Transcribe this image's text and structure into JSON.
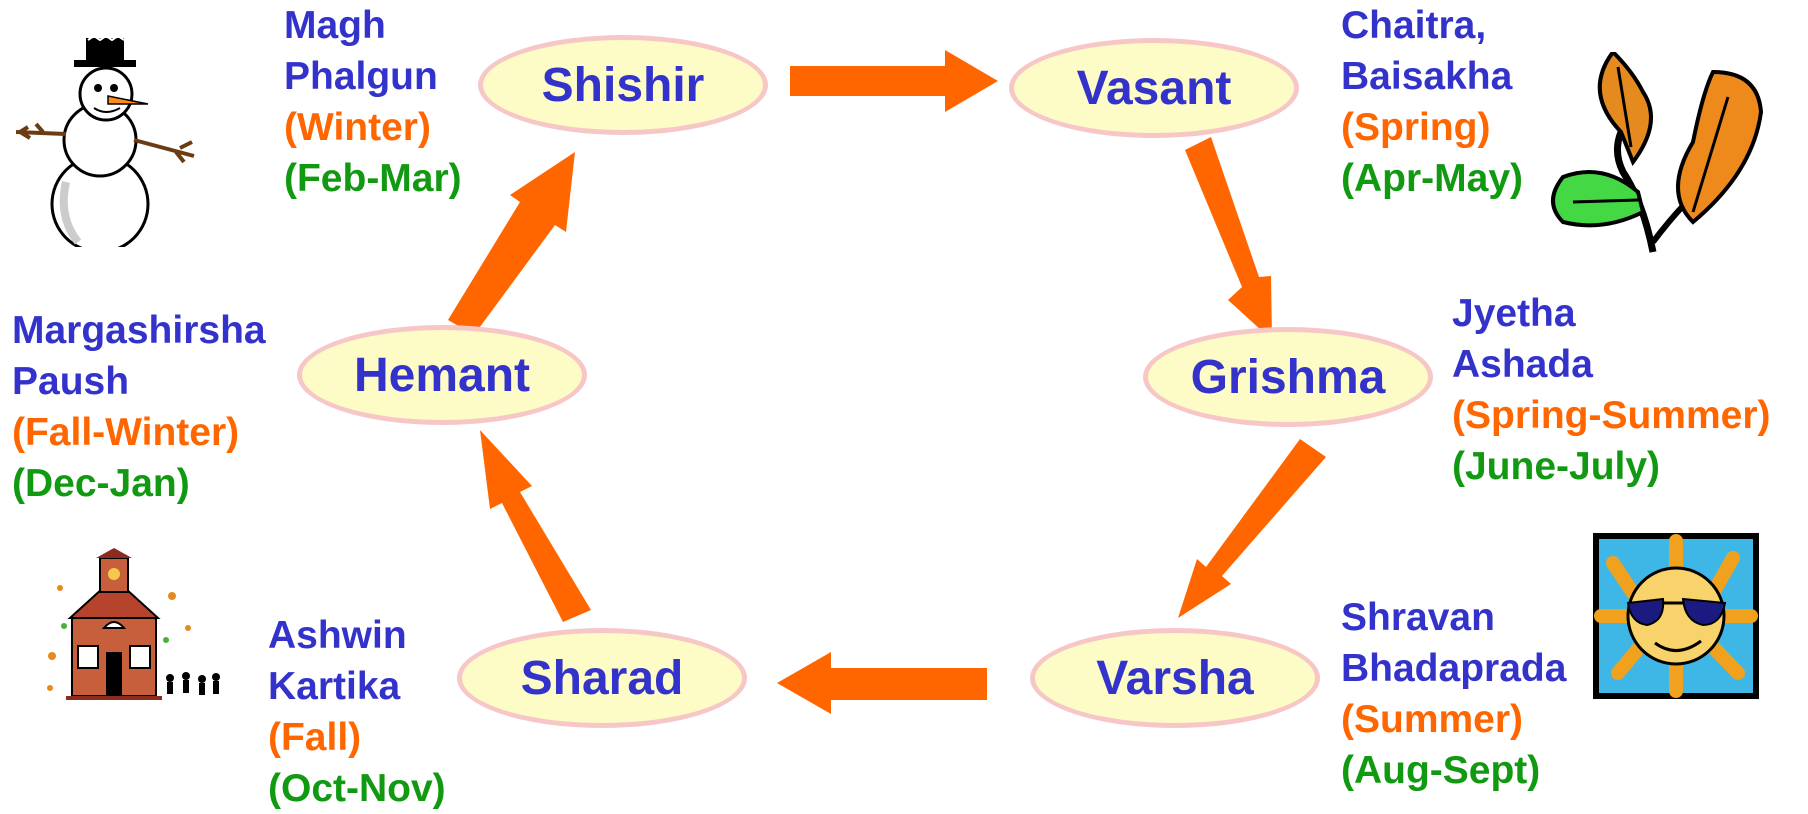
{
  "colors": {
    "arrow": "#ff6600",
    "season_text": "#3333cc",
    "month_text": "#3333cc",
    "western_text": "#ff6600",
    "dates_text": "#119911",
    "ellipse_fill": "#fdfbc6",
    "ellipse_border": "#f7c7c7"
  },
  "seasons": [
    {
      "name": "Shishir",
      "months": [
        "Magh",
        "Phalgun"
      ],
      "western": "(Winter)",
      "dates": "(Feb-Mar)",
      "clipart": "snowman-icon"
    },
    {
      "name": "Vasant",
      "months": [
        "Chaitra,",
        "Baisakha"
      ],
      "western": "(Spring)",
      "dates": "(Apr-May)",
      "clipart": "leaves-icon"
    },
    {
      "name": "Grishma",
      "months": [
        "Jyetha",
        "Ashada"
      ],
      "western": "(Spring-Summer)",
      "dates": "(June-July)",
      "clipart": ""
    },
    {
      "name": "Varsha",
      "months": [
        "Shravan",
        "Bhadaprada"
      ],
      "western": "(Summer)",
      "dates": "(Aug-Sept)",
      "clipart": "sun-with-sunglasses-icon"
    },
    {
      "name": "Sharad",
      "months": [
        "Ashwin",
        "Kartika"
      ],
      "western": "(Fall)",
      "dates": "(Oct-Nov)",
      "clipart": "schoolhouse-icon"
    },
    {
      "name": "Hemant",
      "months": [
        "Margashirsha",
        "Paush"
      ],
      "western": "(Fall-Winter)",
      "dates": "(Dec-Jan)",
      "clipart": ""
    }
  ]
}
